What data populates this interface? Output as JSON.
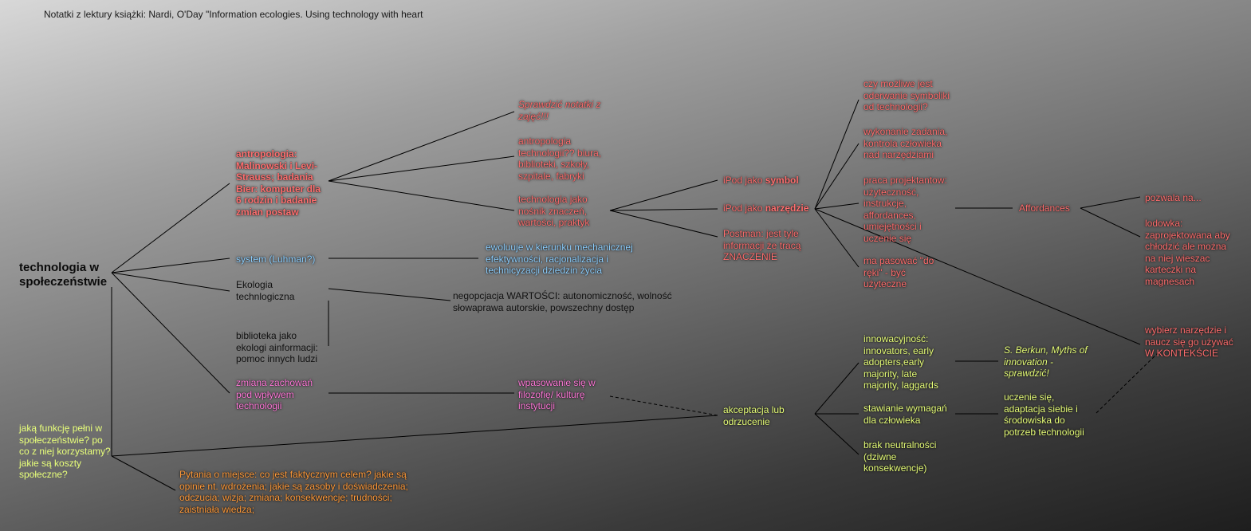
{
  "title": "Notatki z lektury książki: Nardi, O'Day \"Information ecologies. Using technology with heart",
  "colors": {
    "red": "#ff6f6f",
    "blue": "#8fd0ff",
    "black": "#111111",
    "pink": "#ff7ad9",
    "green": "#e8ff7a",
    "orange": "#ff9a3a",
    "line": "#000000"
  },
  "nodes": {
    "root": "technologia w społeczeństwie",
    "anthropology": "antropologia: Malinowski i Levi-Strauss; badania Bier: komputer dla 6 rodzin i badanie zmian postaw",
    "system": "system (Luhman?)",
    "ecology": "Ekologia technlogiczna",
    "library": "biblioteka jako ekologi ainformacji: pomoc innych ludzi",
    "behavior_change": "zmiana zachowań pod wpływem technologii",
    "question_function": "jaką funkcję pełni w społeczeństwie? po co z niej korzystamy? jakie są koszty społeczne?",
    "place_questions": "Pytania o miejsce: co jest faktycznym celem? jakie są opinie nt. wdrożenia; jakie są zasoby i doświadczenia; odczucia; wizja; zmiana; konsekwencje; trudności; zaistniała wiedza;",
    "check_notes": "Sprawdzić notatki z zajęć!!!",
    "tech_anthropology": "antropologia technologii?? biura, biblioteki, szkoły, szpitale, fabryki",
    "tech_carrier": "technologia jako nośnik znaczeń, wartości, praktyk",
    "evolves": "ewoluuje w kierunku mechanicznej efektywności, racjonalizacja i technicyzacji dziedzin życia",
    "values": "negopcjacja WARTOŚCI: autonomiczność, wolność słowaprawa autorskie, powszechny dostęp",
    "fitting_in": "wpasowanie się w filozofię/ kulturę instytucji",
    "ipod_symbol_prefix": "iPod jako ",
    "ipod_symbol_bold": "symbol",
    "ipod_tool_prefix": "iPod jako ",
    "ipod_tool_bold": "narzędzie",
    "postman": "Postman: jest tyle informacji że tracą ZNACZENIE",
    "acceptance": "akceptacja lub odrzucenie",
    "symbolism_q": "czy możliwe jest oderwanie symboliki od technologii?",
    "task_execution": "wykonanie zadania, kontrola człowieka nad narzędziami",
    "designers": "praca projektantow: użyteczność, instrukcje, affordances, umiejętności i uczenie się",
    "fit_hand": "ma pasować \"do ręki\" - być użyteczne",
    "affordances": "Affordances",
    "allows": "pozwala na...",
    "fridge": "lodowka: zaprojektowana aby chłodzić ale można na niej wieszac karteczki na magnesach",
    "choose_tool": "wybierz narzędzie i naucz się go używać W KONTEKŚCIE",
    "innovativeness": "innowacyjność: innovators, early adopters,early majority, late majority, laggards",
    "berkun": "S. Berkun, Myths of innovation - sprawdzić!",
    "requirements": "stawianie wymagań dla człowieka",
    "learning": "uczenie się, adaptacja siebie i środowiska do potrzeb technologii",
    "no_neutrality": "brak neutralności (dziwne konsekwencje)"
  }
}
